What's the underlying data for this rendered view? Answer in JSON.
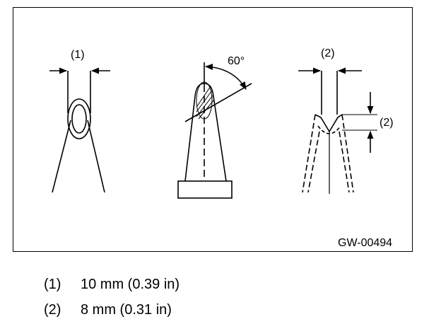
{
  "figure": {
    "callout_1": "(1)",
    "angle_label": "60°",
    "callout_2_top": "(2)",
    "callout_2_side": "(2)",
    "figure_code": "GW-00494"
  },
  "legend": [
    {
      "number": "(1)",
      "text": "10 mm (0.39 in)"
    },
    {
      "number": "(2)",
      "text": "8 mm (0.31 in)"
    }
  ]
}
